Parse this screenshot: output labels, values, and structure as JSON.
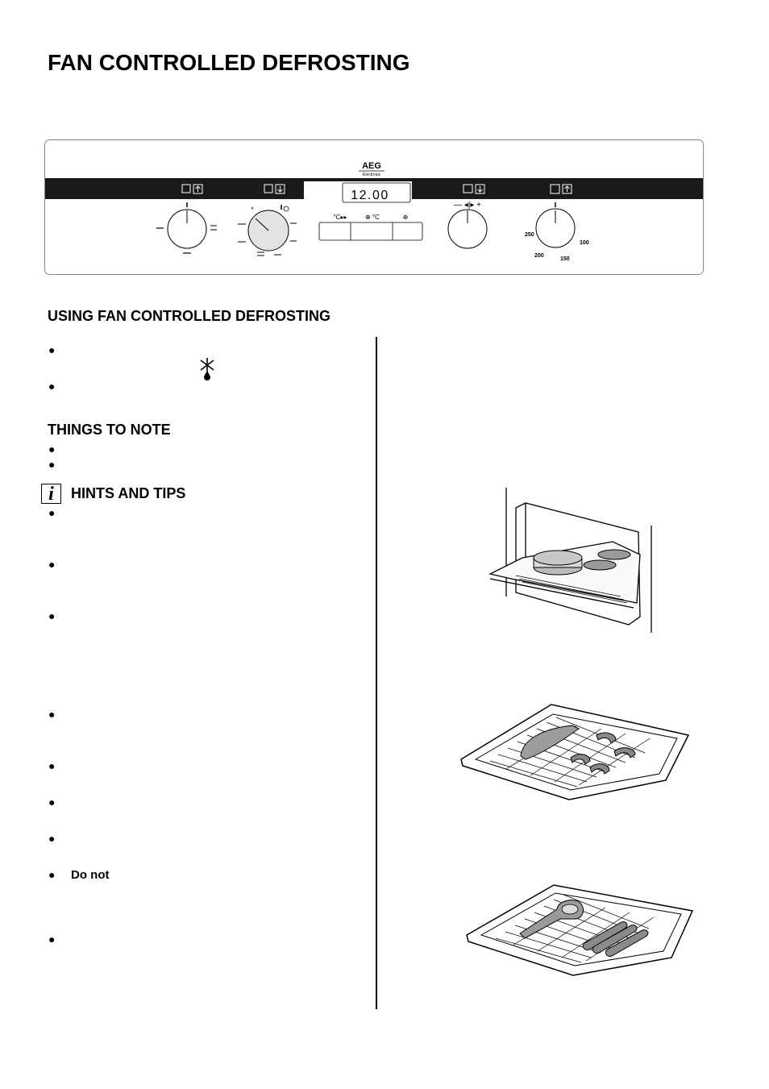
{
  "page": {
    "title": "FAN CONTROLLED DEFROSTING"
  },
  "control_panel": {
    "brand": "AEG",
    "brand_sub": "Electrolux",
    "display_time": "12.00",
    "display_labels": [
      "°C▸▸",
      "⊕ °C",
      "⊕"
    ],
    "temp_dial_labels": [
      "250",
      "200",
      "150",
      "100"
    ],
    "timer_symbols": "—  ◂|▸  +"
  },
  "sections": {
    "using": {
      "heading": "USING FAN CONTROLLED DEFROSTING"
    },
    "notes": {
      "heading": "THINGS TO NOTE"
    },
    "hints": {
      "icon_label": "i",
      "heading": "HINTS AND TIPS",
      "do_not": "Do not"
    }
  },
  "icons": {
    "defrost_symbol": "defrost-icon",
    "info": "info-icon",
    "illustrations": [
      "oven-defrost-illustration",
      "fish-on-grid-illustration",
      "meat-on-grid-illustration"
    ]
  }
}
